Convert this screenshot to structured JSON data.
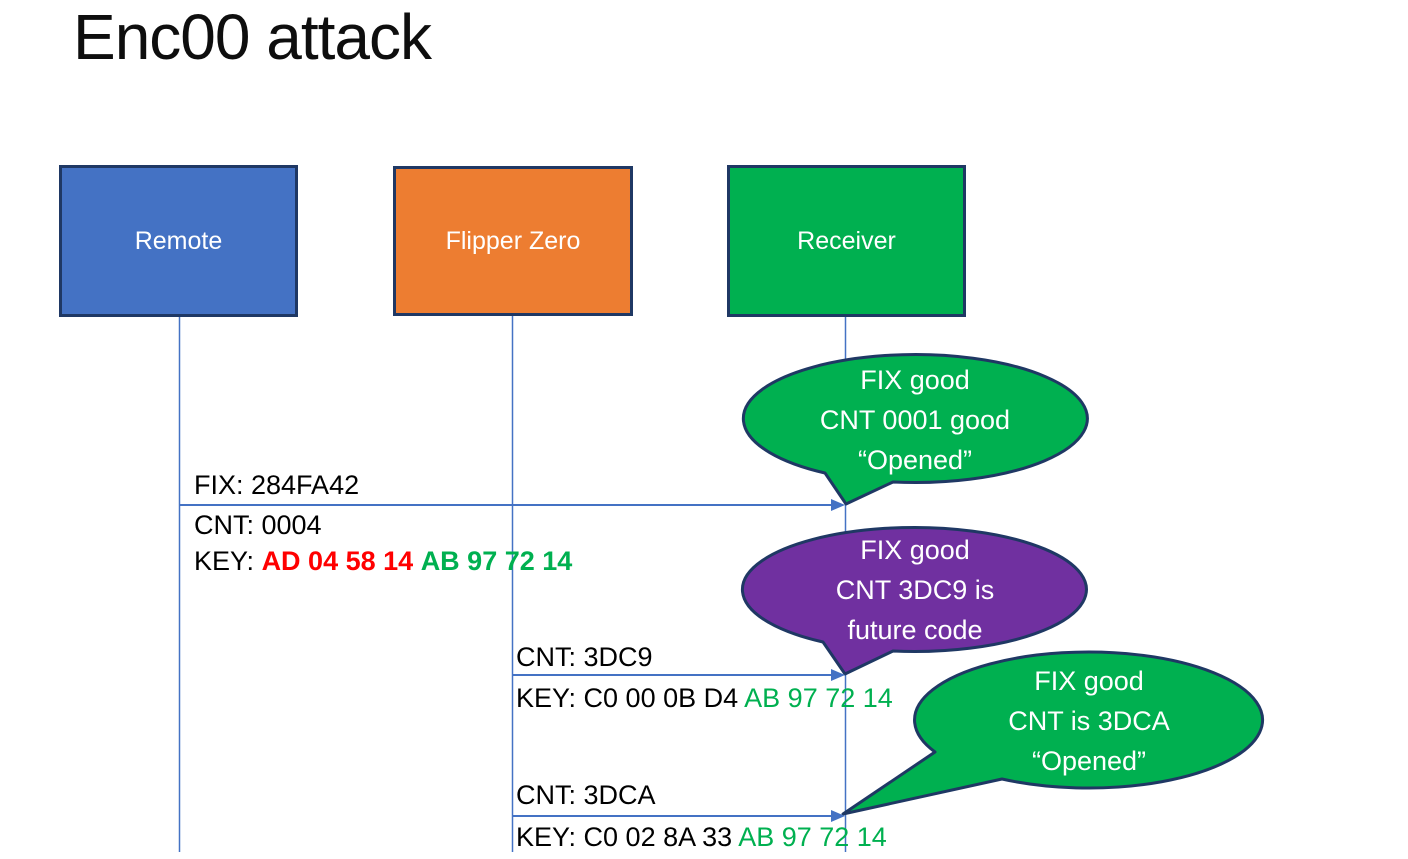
{
  "title": "Enc00 attack",
  "colors": {
    "remote": "#4472C4",
    "flipper": "#ED7D31",
    "receiver": "#00B050",
    "callout_green": "#00B050",
    "callout_purple": "#7030A0",
    "shape_border": "#1F3864",
    "connector": "#4472C4",
    "key_red": "#FF0000",
    "key_green": "#00B050"
  },
  "actors": [
    {
      "label": "Remote"
    },
    {
      "label": "Flipper Zero"
    },
    {
      "label": "Receiver"
    }
  ],
  "messages": [
    {
      "from": "Remote",
      "to": "Receiver",
      "fix": "FIX: 284FA42",
      "cnt": "CNT: 0004",
      "key_prefix": "KEY:",
      "key_red": "AD 04 58 14",
      "key_green": "AB 97 72 14"
    },
    {
      "from": "Flipper Zero",
      "to": "Receiver",
      "cnt": "CNT: 3DC9",
      "key_prefix": "KEY: C0 00 0B D4",
      "key_green": "AB 97 72 14"
    },
    {
      "from": "Flipper Zero",
      "to": "Receiver",
      "cnt": "CNT: 3DCA",
      "key_prefix": "KEY: C0 02 8A 33",
      "key_green": "AB 97 72 14"
    }
  ],
  "callouts": [
    {
      "color": "green",
      "line1": "FIX good",
      "line2": "CNT 0001 good",
      "line3": "“Opened”"
    },
    {
      "color": "purple",
      "line1": "FIX good",
      "line2": "CNT 3DC9 is",
      "line3": "future code"
    },
    {
      "color": "green",
      "line1": "FIX good",
      "line2": "CNT is 3DCA",
      "line3": "“Opened”"
    }
  ]
}
